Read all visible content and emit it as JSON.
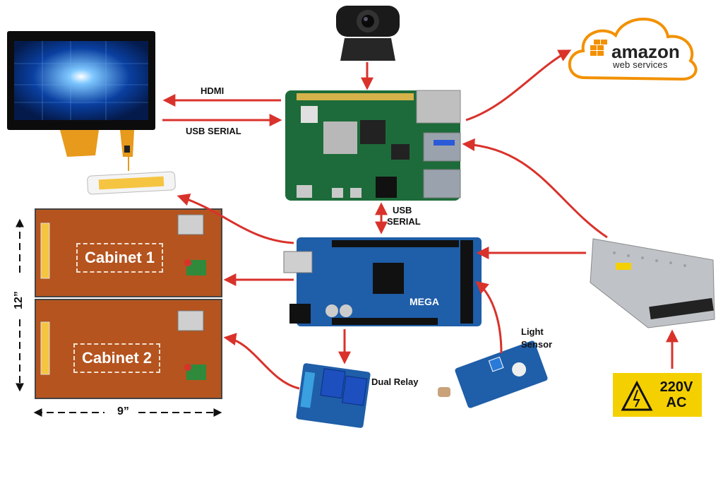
{
  "connections": {
    "hdmi": "HDMI",
    "usb_serial_display": "USB SERIAL",
    "usb_serial_arduino_line1": "USB",
    "usb_serial_arduino_line2": "SERIAL"
  },
  "cabinets": {
    "cabinet1": "Cabinet 1",
    "cabinet2": "Cabinet 2",
    "height_dim": "12”",
    "width_dim": "9”"
  },
  "components": {
    "dual_relay": "Dual Relay",
    "light_sensor_line1": "Light",
    "light_sensor_line2": "Sensor",
    "power_line1": "220V",
    "power_line2": "AC",
    "aws_line1": "amazon",
    "aws_line2": "web services",
    "arduino_text": "MEGA"
  },
  "colors": {
    "arrow": "#d9322b",
    "cabinet": "#b5541f",
    "warning": "#f5d000",
    "aws_orange": "#f29100",
    "pcb_green": "#1d6b3a",
    "arduino_blue": "#1f5ea8"
  }
}
